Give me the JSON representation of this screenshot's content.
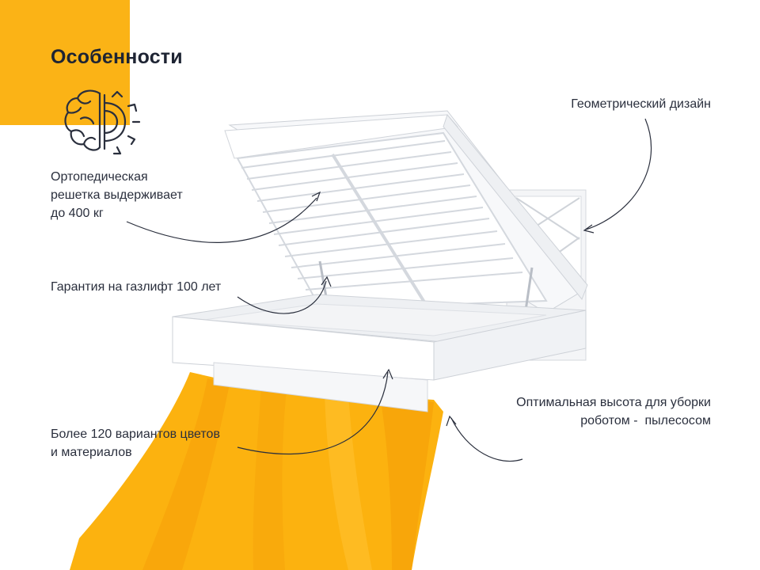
{
  "page": {
    "title": "Особенности",
    "accent_color": "#fbb316",
    "fabric_color": "#fcb20f",
    "icon": "brain-gear-icon"
  },
  "features": {
    "orthopedic_lines": [
      "Ортопедическая",
      "решетка выдерживает",
      "до 400 кг"
    ],
    "gaslift": "Гарантия на газлифт 100 лет",
    "colors_lines": [
      "Более 120 вариантов цветов",
      "и материалов"
    ],
    "design": "Геометрический дизайн",
    "height_lines": [
      "Оптимальная высота для уборки",
      "роботом -  пылесосом"
    ]
  }
}
